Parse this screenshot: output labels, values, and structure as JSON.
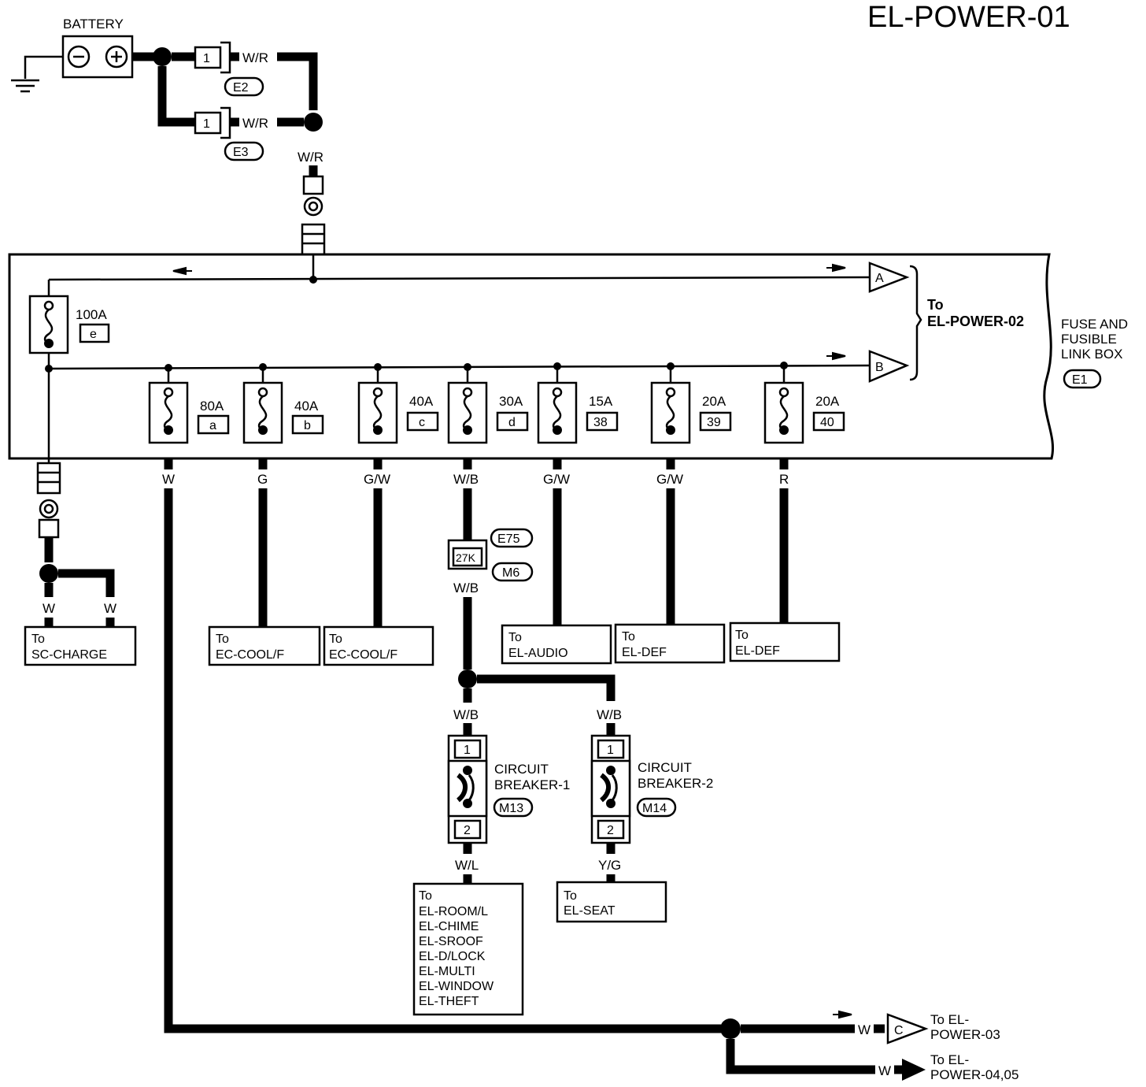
{
  "title": "EL-POWER-01",
  "battery": {
    "label": "BATTERY",
    "minus": "⊖",
    "plus": "⊕"
  },
  "wires": {
    "wr": "W/R",
    "w": "W",
    "g": "G",
    "gw": "G/W",
    "wb": "W/B",
    "r": "R",
    "wl": "W/L",
    "yg": "Y/G"
  },
  "fusible_links": [
    {
      "pin": "1",
      "connector": "E2"
    },
    {
      "pin": "1",
      "connector": "E3"
    }
  ],
  "main_fuse": {
    "rating": "100A",
    "id": "e"
  },
  "fuses": [
    {
      "rating": "80A",
      "id": "a"
    },
    {
      "rating": "40A",
      "id": "b"
    },
    {
      "rating": "40A",
      "id": "c"
    },
    {
      "rating": "30A",
      "id": "d"
    },
    {
      "rating": "15A",
      "id": "38"
    },
    {
      "rating": "20A",
      "id": "39"
    },
    {
      "rating": "20A",
      "id": "40"
    }
  ],
  "fuse_box": {
    "label_line1": "FUSE AND",
    "label_line2": "FUSIBLE",
    "label_line3": "LINK BOX",
    "connector": "E1"
  },
  "outputs_top": {
    "a_letter": "A",
    "b_letter": "B",
    "to_label": "To",
    "dest": "EL-POWER-02"
  },
  "joint": {
    "pin": "27K",
    "connector1": "E75",
    "connector2": "M6"
  },
  "destinations": [
    {
      "to": "To",
      "name": "SC-CHARGE"
    },
    {
      "to": "To",
      "name": "EC-COOL/F"
    },
    {
      "to": "To",
      "name": "EC-COOL/F"
    },
    {
      "to": "To",
      "name": "EL-AUDIO"
    },
    {
      "to": "To",
      "name": "EL-DEF"
    },
    {
      "to": "To",
      "name": "EL-DEF"
    }
  ],
  "breakers": [
    {
      "line1": "CIRCUIT",
      "line2": "BREAKER-1",
      "connector": "M13",
      "pin_top": "1",
      "pin_bottom": "2"
    },
    {
      "line1": "CIRCUIT",
      "line2": "BREAKER-2",
      "connector": "M14",
      "pin_top": "1",
      "pin_bottom": "2"
    }
  ],
  "breaker1_dest": {
    "to": "To",
    "items": [
      "EL-ROOM/L",
      "EL-CHIME",
      "EL-SROOF",
      "EL-D/LOCK",
      "EL-MULTI",
      "EL-WINDOW",
      "EL-THEFT"
    ]
  },
  "breaker2_dest": {
    "to": "To",
    "name": "EL-SEAT"
  },
  "bottom_outputs": [
    {
      "letter": "C",
      "line1": "To EL-",
      "line2": "POWER-03"
    },
    {
      "letter": "",
      "line1": "To EL-",
      "line2": "POWER-04,05"
    }
  ]
}
